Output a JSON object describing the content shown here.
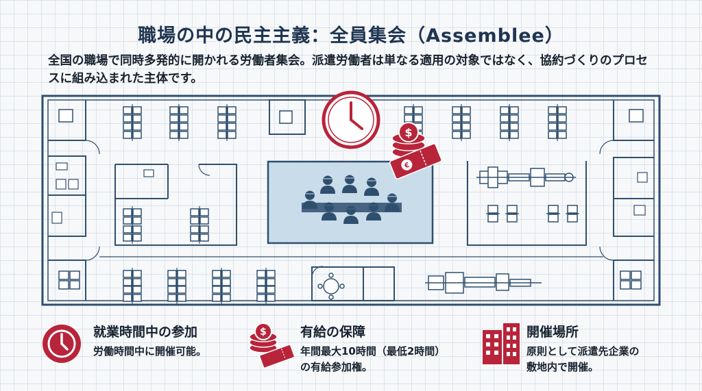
{
  "header": {
    "title": "職場の中の民主主義：全員集会（Assemblee）",
    "intro_line1": "全国の職場で同時多発的に開かれる労働者集会。派遣労働者は単なる適用の対象ではなく、協約づくりのプロセ",
    "intro_line2": "スに組み込まれた主体です。"
  },
  "features": [
    {
      "icon": "clock-icon",
      "heading": "就業時間中の参加",
      "line1": "労働時間中に開催可能。",
      "line2": ""
    },
    {
      "icon": "coins-ticket-icon",
      "heading": "有給の保障",
      "line1": "年間最大10時間（最低2時間）",
      "line2": "の有給参加権。"
    },
    {
      "icon": "building-icon",
      "heading": "開催場所",
      "line1": "原則として派遣先企業の",
      "line2": "敷地内で開催。"
    }
  ],
  "colors": {
    "accent": "#b8243a",
    "line": "#2f4f6e",
    "room_fill": "#c9dcea"
  }
}
